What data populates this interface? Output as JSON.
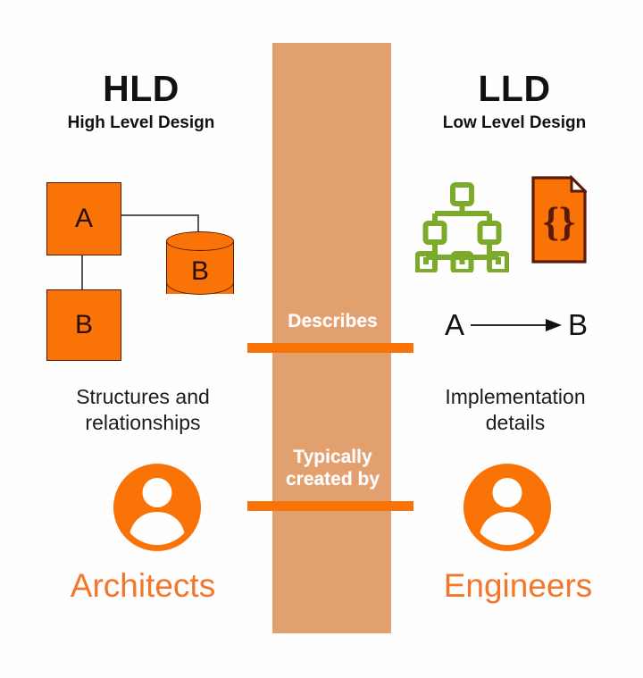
{
  "diagram": {
    "title": "HLD vs LLD comparison diagram",
    "colors": {
      "primary_orange": "#f97306",
      "band_orange": "#e3a06f",
      "role_orange": "#f4762a",
      "tree_green": "#7cab2b",
      "outline_dark": "#5b1a08",
      "connector_gray": "#55585b",
      "background": "#ffffff"
    },
    "left_column": {
      "abbr": "HLD",
      "full": "High Level Design",
      "diagram_nodes": [
        {
          "shape": "box",
          "label": "A"
        },
        {
          "shape": "box",
          "label": "B"
        },
        {
          "shape": "cylinder",
          "label": "B"
        }
      ],
      "caption": "Structures and\nrelationships",
      "caption_line1": "Structures and",
      "caption_line2": "relationships",
      "role": "Architects",
      "avatar_icon": "person-avatar-icon"
    },
    "right_column": {
      "abbr": "LLD",
      "full": "Low Level Design",
      "icons": [
        {
          "name": "hierarchy-tree-icon",
          "color": "#7cab2b"
        },
        {
          "name": "code-document-icon",
          "glyph": "{}"
        }
      ],
      "flow": {
        "from": "A",
        "to": "B",
        "arrow": "right-arrow-icon"
      },
      "caption": "Implementation\ndetails",
      "caption_line1": "Implementation",
      "caption_line2": "details",
      "role": "Engineers",
      "avatar_icon": "person-avatar-icon"
    },
    "center_band": {
      "row1_label_line1": "Describes",
      "row1_label": "Describes",
      "row2_label": "Typically\ncreated by",
      "row2_label_line1": "Typically",
      "row2_label_line2": "created by"
    }
  }
}
